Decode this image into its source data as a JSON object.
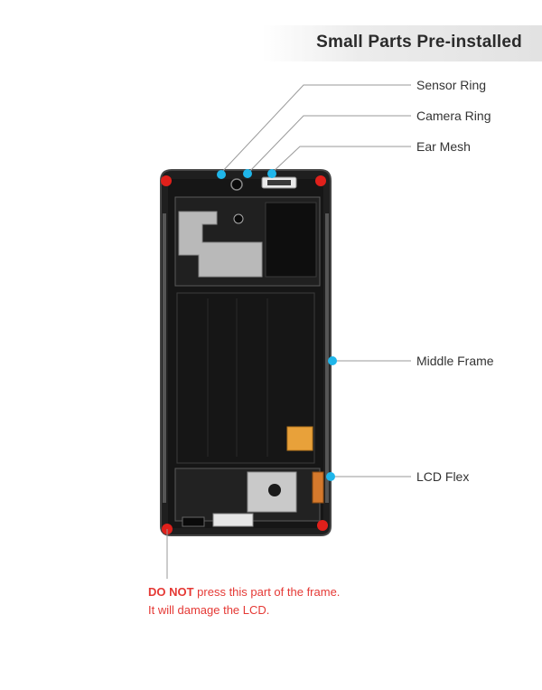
{
  "header": {
    "title": "Small Parts Pre-installed"
  },
  "callouts": {
    "sensor_ring": "Sensor Ring",
    "camera_ring": "Camera Ring",
    "ear_mesh": "Ear Mesh",
    "middle_frame": "Middle Frame",
    "lcd_flex": "LCD Flex"
  },
  "warning": {
    "emphasis": "DO NOT",
    "line1_rest": " press this part of the frame.",
    "line2": "It will damage the LCD."
  },
  "colors": {
    "marker_blue": "#1fb6ea",
    "marker_red": "#e0201b",
    "warning_red": "#e53935",
    "leader_line": "#9a9a9a"
  }
}
